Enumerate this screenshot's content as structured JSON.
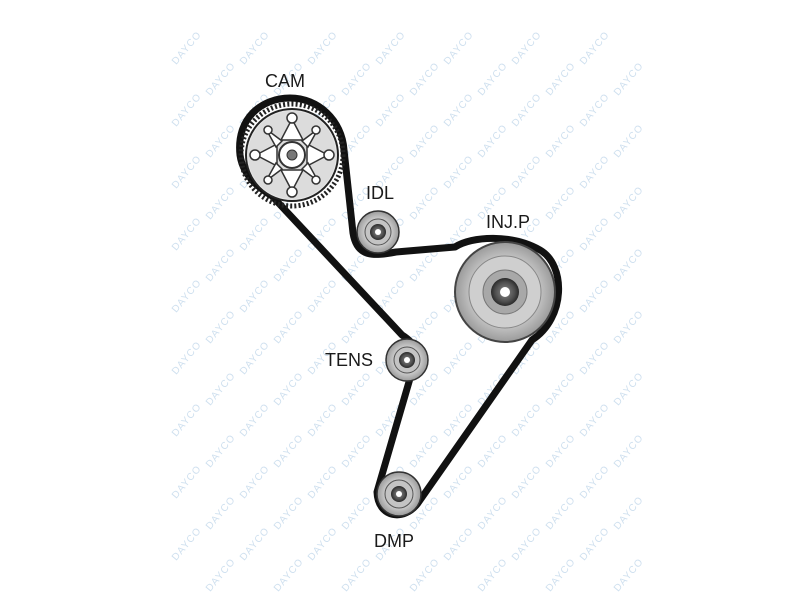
{
  "labels": {
    "cam": "CAM",
    "idl": "IDL",
    "injp": "INJ.P",
    "tens": "TENS",
    "dmp": "DMP"
  },
  "watermark": {
    "text": "DAYCO",
    "color": "#cfe0ef"
  },
  "colors": {
    "belt": "#111111",
    "pulley_outer": "#e4e4e4",
    "pulley_mid": "#b8b8b8",
    "pulley_hub": "#6a6a6a"
  }
}
